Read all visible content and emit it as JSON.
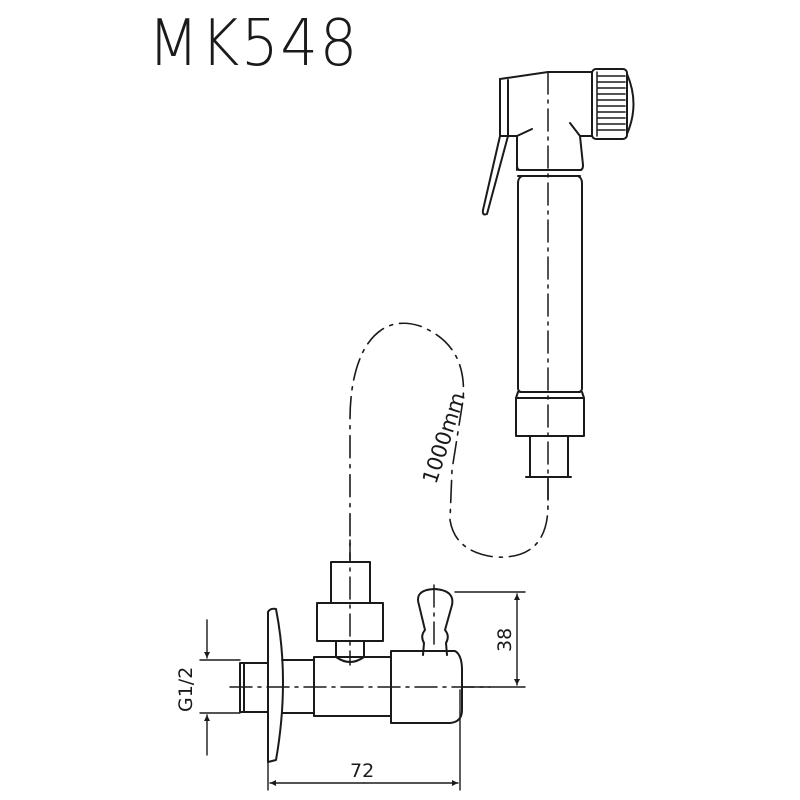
{
  "title": "MK548",
  "labels": {
    "hose_length": "1000mm",
    "thread_size": "G1/2",
    "valve_height": "38",
    "valve_width": "72"
  },
  "parts": [
    {
      "name": "hand-shower-head"
    },
    {
      "name": "shower-trigger-lever"
    },
    {
      "name": "shower-head-knob"
    },
    {
      "name": "shower-handle-tube"
    },
    {
      "name": "hose-connector"
    },
    {
      "name": "flexible-hose"
    },
    {
      "name": "angle-valve"
    },
    {
      "name": "valve-handle"
    },
    {
      "name": "wall-flange"
    },
    {
      "name": "threaded-inlet"
    }
  ],
  "colors": {
    "line": "#1a1a1a",
    "background": "#ffffff"
  }
}
